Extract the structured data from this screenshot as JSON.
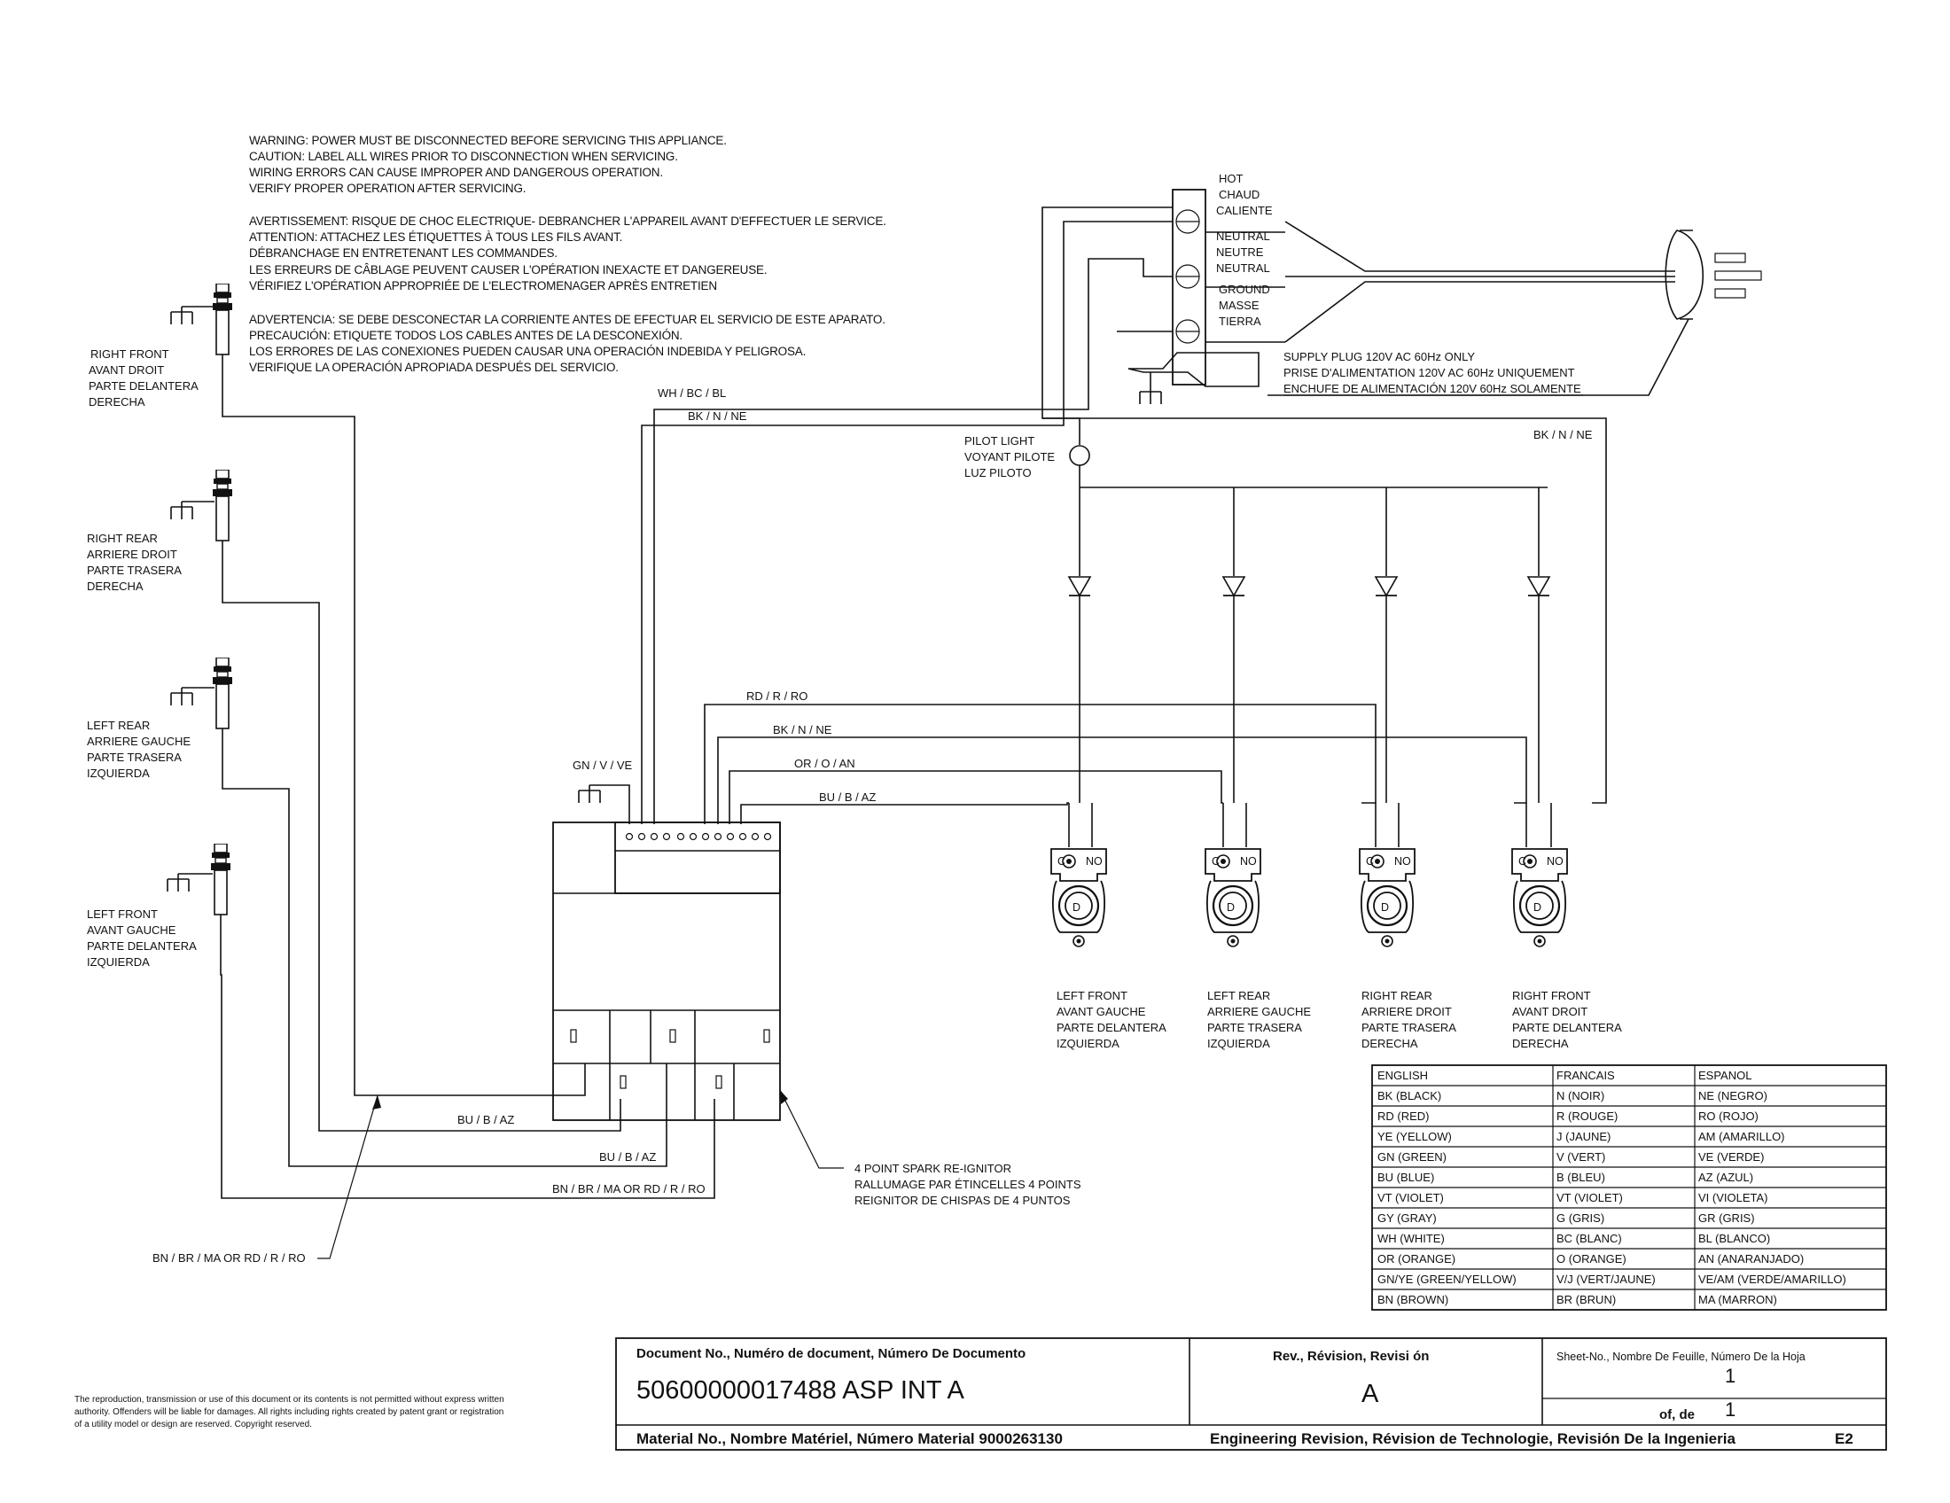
{
  "warnings": {
    "english": [
      "WARNING: POWER MUST BE DISCONNECTED BEFORE SERVICING THIS APPLIANCE.",
      "CAUTION: LABEL ALL WIRES PRIOR TO DISCONNECTION WHEN SERVICING.",
      "WIRING ERRORS CAN CAUSE IMPROPER AND DANGEROUS OPERATION.",
      "VERIFY PROPER OPERATION AFTER SERVICING."
    ],
    "french": [
      "AVERTISSEMENT: RISQUE DE CHOC ELECTRIQUE- DEBRANCHER L'APPAREIL AVANT D'EFFECTUER LE SERVICE.",
      "ATTENTION: ATTACHEZ LES ÉTIQUETTES À TOUS LES FILS AVANT.",
      "DÉBRANCHAGE EN ENTRETENANT LES COMMANDES.",
      "LES ERREURS DE CÂBLAGE PEUVENT CAUSER L'OPÉRATION INEXACTE ET DANGEREUSE.",
      "VÉRIFIEZ L'OPÉRATION APPROPRIÉE DE L'ELECTROMENAGER APRÈS ENTRETIEN"
    ],
    "spanish": [
      "ADVERTENCIA: SE DEBE DESCONECTAR LA CORRIENTE ANTES DE EFECTUAR EL SERVICIO DE ESTE APARATO.",
      "PRECAUCIÓN: ETIQUETE TODOS LOS CABLES ANTES DE LA DESCONEXIÓN.",
      "LOS ERRORES DE LAS CONEXIONES PUEDEN CAUSAR UNA OPERACIÓN INDEBIDA Y PELIGROSA.",
      "VERIFIQUE LA OPERACIÓN APROPIADA DESPUÉS DEL SERVICIO."
    ]
  },
  "electrodes": [
    {
      "lines": [
        "RIGHT FRONT",
        "AVANT DROIT",
        "PARTE DELANTERA",
        "DERECHA"
      ]
    },
    {
      "lines": [
        "RIGHT REAR",
        "ARRIERE DROIT",
        "PARTE TRASERA",
        "DERECHA"
      ]
    },
    {
      "lines": [
        "LEFT REAR",
        "ARRIERE GAUCHE",
        "PARTE TRASERA",
        "IZQUIERDA"
      ]
    },
    {
      "lines": [
        "LEFT FRONT",
        "AVANT GAUCHE",
        "PARTE DELANTERA",
        "IZQUIERDA"
      ]
    }
  ],
  "terminal_block": {
    "hot": [
      "HOT",
      "CHAUD",
      "CALIENTE"
    ],
    "neutral": [
      "NEUTRAL",
      "NEUTRE",
      "NEUTRAL"
    ],
    "ground": [
      "GROUND",
      "MASSE",
      "TIERRA"
    ]
  },
  "supply_plug": [
    "SUPPLY PLUG 120V AC 60Hz ONLY",
    "PRISE D'ALIMENTATION 120V AC 60Hz UNIQUEMENT",
    "ENCHUFE DE ALIMENTACIÓN 120V 60Hz SOLAMENTE"
  ],
  "pilot_light": [
    "PILOT LIGHT",
    "VOYANT PILOTE",
    "LUZ PILOTO"
  ],
  "wire_labels": {
    "wh_bc_bl": "WH / BC / BL",
    "bk_n_ne_top": "BK / N / NE",
    "bk_n_ne_right": "BK / N / NE",
    "rd_r_ro": "RD / R / RO",
    "bk_n_ne_mid": "BK / N / NE",
    "or_o_an": "OR / O / AN",
    "bu_b_az": "BU / B / AZ",
    "gn_v_ve": "GN / V / VE",
    "bu_b_az_low1": "BU / B / AZ",
    "bu_b_az_low2": "BU / B / AZ",
    "bn_br_ma_low": "BN / BR / MA OR RD / R / RO",
    "bn_br_ma_left": "BN / BR / MA OR RD / R / RO"
  },
  "switch_terminals": {
    "c": "C",
    "no": "NO",
    "d": "D"
  },
  "switches": [
    {
      "lines": [
        "LEFT FRONT",
        "AVANT GAUCHE",
        "PARTE DELANTERA",
        "IZQUIERDA"
      ]
    },
    {
      "lines": [
        "LEFT REAR",
        "ARRIERE GAUCHE",
        "PARTE TRASERA",
        "IZQUIERDA"
      ]
    },
    {
      "lines": [
        "RIGHT REAR",
        "ARRIERE DROIT",
        "PARTE TRASERA",
        "DERECHA"
      ]
    },
    {
      "lines": [
        "RIGHT FRONT",
        "AVANT DROIT",
        "PARTE DELANTERA",
        "DERECHA"
      ]
    }
  ],
  "reignitor": [
    "4 POINT SPARK RE-IGNITOR",
    "RALLUMAGE PAR ÉTINCELLES 4 POINTS",
    "REIGNITOR DE CHISPAS DE 4 PUNTOS"
  ],
  "color_table": {
    "headers": [
      "ENGLISH",
      "FRANCAIS",
      "ESPANOL"
    ],
    "rows": [
      [
        "BK (BLACK)",
        "N (NOIR)",
        "NE (NEGRO)"
      ],
      [
        "RD (RED)",
        "R (ROUGE)",
        "RO (ROJO)"
      ],
      [
        "YE (YELLOW)",
        "J (JAUNE)",
        "AM (AMARILLO)"
      ],
      [
        "GN (GREEN)",
        "V (VERT)",
        "VE (VERDE)"
      ],
      [
        "BU (BLUE)",
        "B (BLEU)",
        "AZ (AZUL)"
      ],
      [
        "VT (VIOLET)",
        "VT (VIOLET)",
        "VI (VIOLETA)"
      ],
      [
        "GY (GRAY)",
        "G (GRIS)",
        "GR (GRIS)"
      ],
      [
        "WH (WHITE)",
        "BC (BLANC)",
        "BL (BLANCO)"
      ],
      [
        "OR (ORANGE)",
        "O (ORANGE)",
        "AN (ANARANJADO)"
      ],
      [
        "GN/YE (GREEN/YELLOW)",
        "V/J (VERT/JAUNE)",
        "VE/AM (VERDE/AMARILLO)"
      ],
      [
        "BN (BROWN)",
        "BR (BRUN)",
        "MA (MARRON)"
      ]
    ]
  },
  "title_block": {
    "doc_label": "Document No., Numéro de document, Número De Documento",
    "doc_number": "50600000017488 ASP INT A",
    "rev_label": "Rev., Révision, Revisi ón",
    "rev_value": "A",
    "sheet_label": "Sheet-No.,  Nombre De Feuille, Número De la Hoja",
    "sheet_value": "1",
    "of_label": "of, de",
    "of_value": "1",
    "material_label": "Material No., Nombre Matériel, Número Material  9000263130",
    "eng_rev_label": "Engineering Revision, Révision de Technologie, Revisión De la Ingenieria",
    "eng_rev_value": "E2"
  },
  "copyright": [
    "The reproduction, transmission or use of this document or its contents is not permitted without express  written",
    "authority. Offenders will be liable for damages. All rights including rights created by patent grant or registration",
    "of a utility model or design are reserved. Copyright reserved."
  ]
}
